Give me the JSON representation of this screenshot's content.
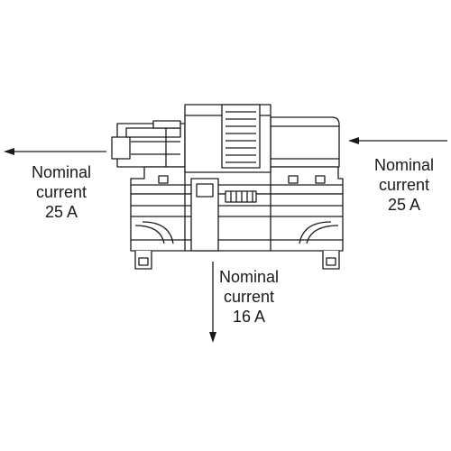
{
  "colors": {
    "line": "#1a1a1a",
    "fill": "#ffffff",
    "background": "#ffffff"
  },
  "labels": {
    "left": {
      "line1": "Nominal",
      "line2": "current",
      "line3": "25 A"
    },
    "right": {
      "line1": "Nominal",
      "line2": "current",
      "line3": "25 A"
    },
    "bottom": {
      "line1": "Nominal",
      "line2": "current",
      "line3": "16 A"
    }
  }
}
